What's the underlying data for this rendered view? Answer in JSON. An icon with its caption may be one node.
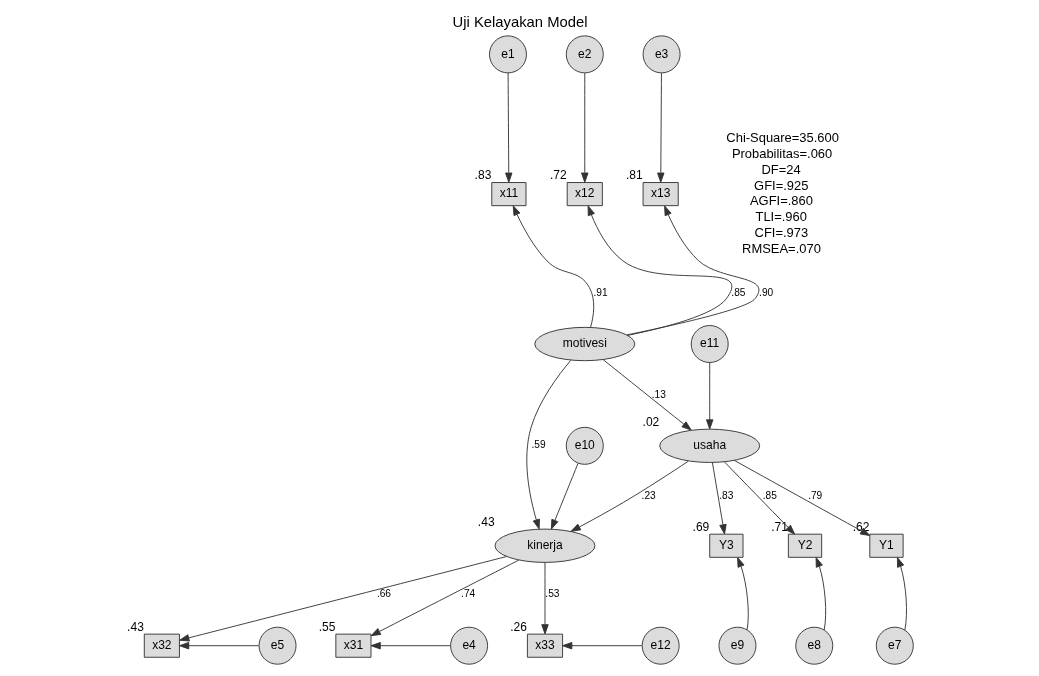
{
  "diagram": {
    "title": "Uji Kelayakan Model",
    "nodes": [
      {
        "text": [
          "e1"
        ]
      },
      {
        "text": [
          "e2"
        ]
      },
      {
        "text": [
          "e3"
        ]
      },
      {
        "text": [
          "x11"
        ],
        "beside": [
          ".83"
        ]
      },
      {
        "text": [
          "x12"
        ],
        "beside": [
          ".72"
        ]
      },
      {
        "text": [
          "x13"
        ],
        "beside": [
          ".81"
        ]
      },
      {
        "text": [
          "motivesi"
        ]
      },
      {
        "text": [
          "e11"
        ]
      },
      {
        "text": [
          "e10"
        ]
      },
      {
        "text": [
          "usaha"
        ],
        "beside": [
          ".02"
        ]
      },
      {
        "text": [
          "e5"
        ]
      },
      {
        "text": [
          "x32"
        ],
        "beside": [
          ".43"
        ]
      },
      {
        "text": [
          "kinerja"
        ],
        "beside": [
          ".43"
        ]
      },
      {
        "text": [
          "e4"
        ]
      },
      {
        "text": [
          "x31"
        ],
        "beside": [
          ".55"
        ]
      },
      {
        "text": [
          "e12"
        ]
      },
      {
        "text": [
          "x33"
        ],
        "beside": [
          ".26"
        ]
      },
      {
        "text": [
          "Y3"
        ],
        "beside": [
          ".69"
        ]
      },
      {
        "text": [
          "Y2"
        ],
        "beside": [
          ".71"
        ]
      },
      {
        "text": [
          "Y1"
        ],
        "beside": [
          ".62"
        ]
      },
      {
        "text": [
          "e9"
        ]
      },
      {
        "text": [
          "e8"
        ]
      },
      {
        "text": [
          "e7"
        ]
      }
    ],
    "edges": [
      {
        "from": 0,
        "to": 3,
        "arrow": "to"
      },
      {
        "from": 1,
        "to": 4,
        "arrow": "to"
      },
      {
        "from": 2,
        "to": 5,
        "arrow": "to"
      },
      {
        "from": 6,
        "to": 3,
        "arrow": "to",
        "label": ".91"
      },
      {
        "from": 6,
        "to": 4,
        "arrow": "to",
        "label": ".85"
      },
      {
        "from": 6,
        "to": 5,
        "arrow": "to",
        "label": ".90"
      },
      {
        "from": 6,
        "to": 9,
        "arrow": "to",
        "label": ".13"
      },
      {
        "from": 6,
        "to": 12,
        "arrow": "to",
        "label": ".59"
      },
      {
        "from": 8,
        "to": 12,
        "arrow": "to"
      },
      {
        "from": 7,
        "to": 9,
        "arrow": "to"
      },
      {
        "from": 9,
        "to": 12,
        "arrow": "to",
        "label": ".23"
      },
      {
        "from": 10,
        "to": 11,
        "arrow": "to"
      },
      {
        "from": 13,
        "to": 14,
        "arrow": "to"
      },
      {
        "from": 15,
        "to": 16,
        "arrow": "to"
      },
      {
        "from": 12,
        "to": 11,
        "arrow": "to",
        "label": ".66"
      },
      {
        "from": 12,
        "to": 14,
        "arrow": "to",
        "label": ".74"
      },
      {
        "from": 12,
        "to": 16,
        "arrow": "to",
        "label": ".53"
      },
      {
        "from": 9,
        "to": 17,
        "arrow": "to",
        "label": ".83"
      },
      {
        "from": 9,
        "to": 18,
        "arrow": "to",
        "label": ".85"
      },
      {
        "from": 9,
        "to": 19,
        "arrow": "to",
        "label": ".79"
      },
      {
        "from": 20,
        "to": 17,
        "arrow": "to"
      },
      {
        "from": 21,
        "to": 18,
        "arrow": "to"
      },
      {
        "from": 22,
        "to": 19,
        "arrow": "to"
      }
    ],
    "labels": [
      "Chi-Square=35.600",
      "Probabilitas=.060",
      "DF=24",
      "GFI=.925",
      "AGFI=.860",
      "TLI=.960",
      "CFI=.973",
      "RMSEA=.070"
    ]
  }
}
